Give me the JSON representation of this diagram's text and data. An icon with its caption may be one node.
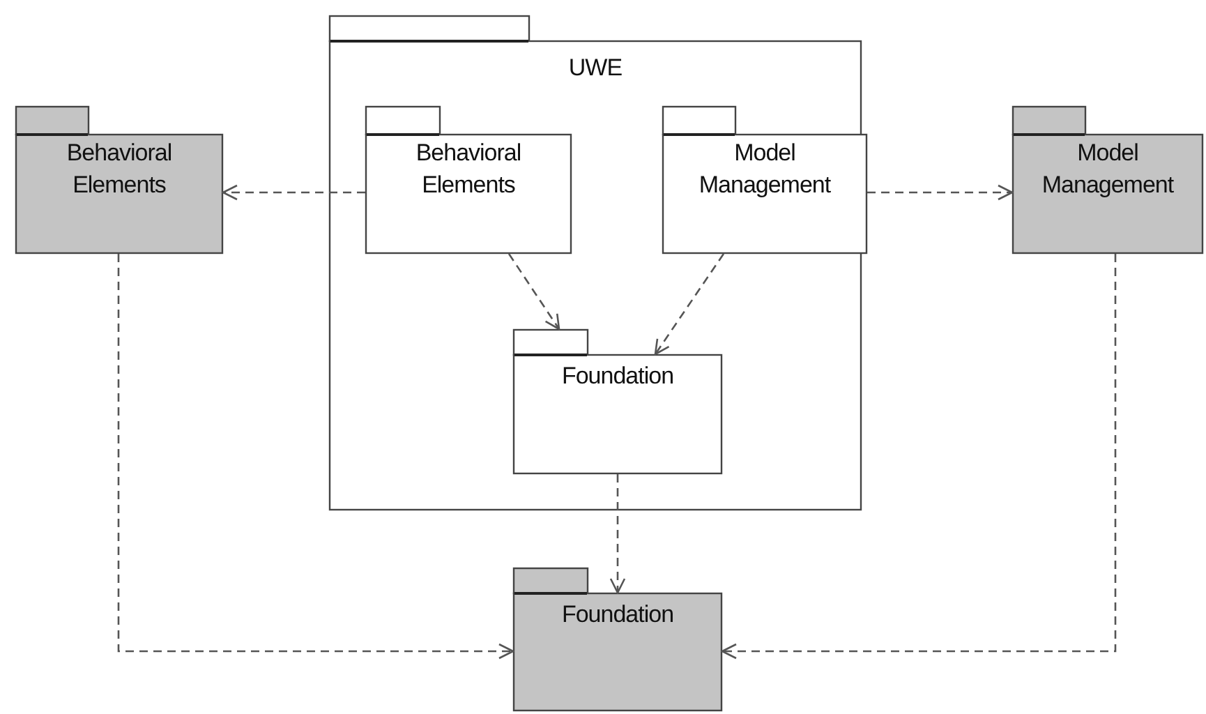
{
  "diagram": {
    "nodes": [
      {
        "text": [
          "UWE"
        ]
      },
      {
        "text": [
          "Behavioral Elements"
        ],
        "in": 0
      },
      {
        "text": [
          "Model Management"
        ],
        "in": 0
      },
      {
        "text": [
          "Foundation"
        ],
        "in": 0
      },
      {
        "text": [
          "Behavioral Elements"
        ]
      },
      {
        "text": [
          "Model Management"
        ]
      },
      {
        "text": [
          "Foundation"
        ]
      }
    ],
    "edges": [
      {
        "from": 1,
        "to": 4,
        "arrow": "to",
        "style": "dashed"
      },
      {
        "from": 2,
        "to": 5,
        "arrow": "to",
        "style": "dashed"
      },
      {
        "from": 1,
        "to": 3,
        "arrow": "to",
        "style": "dashed"
      },
      {
        "from": 2,
        "to": 3,
        "arrow": "to",
        "style": "dashed"
      },
      {
        "from": 3,
        "to": 6,
        "arrow": "to",
        "style": "dashed"
      },
      {
        "from": 4,
        "to": 6,
        "arrow": "to",
        "style": "dashed"
      },
      {
        "from": 5,
        "to": 6,
        "arrow": "to",
        "style": "dashed"
      }
    ]
  }
}
